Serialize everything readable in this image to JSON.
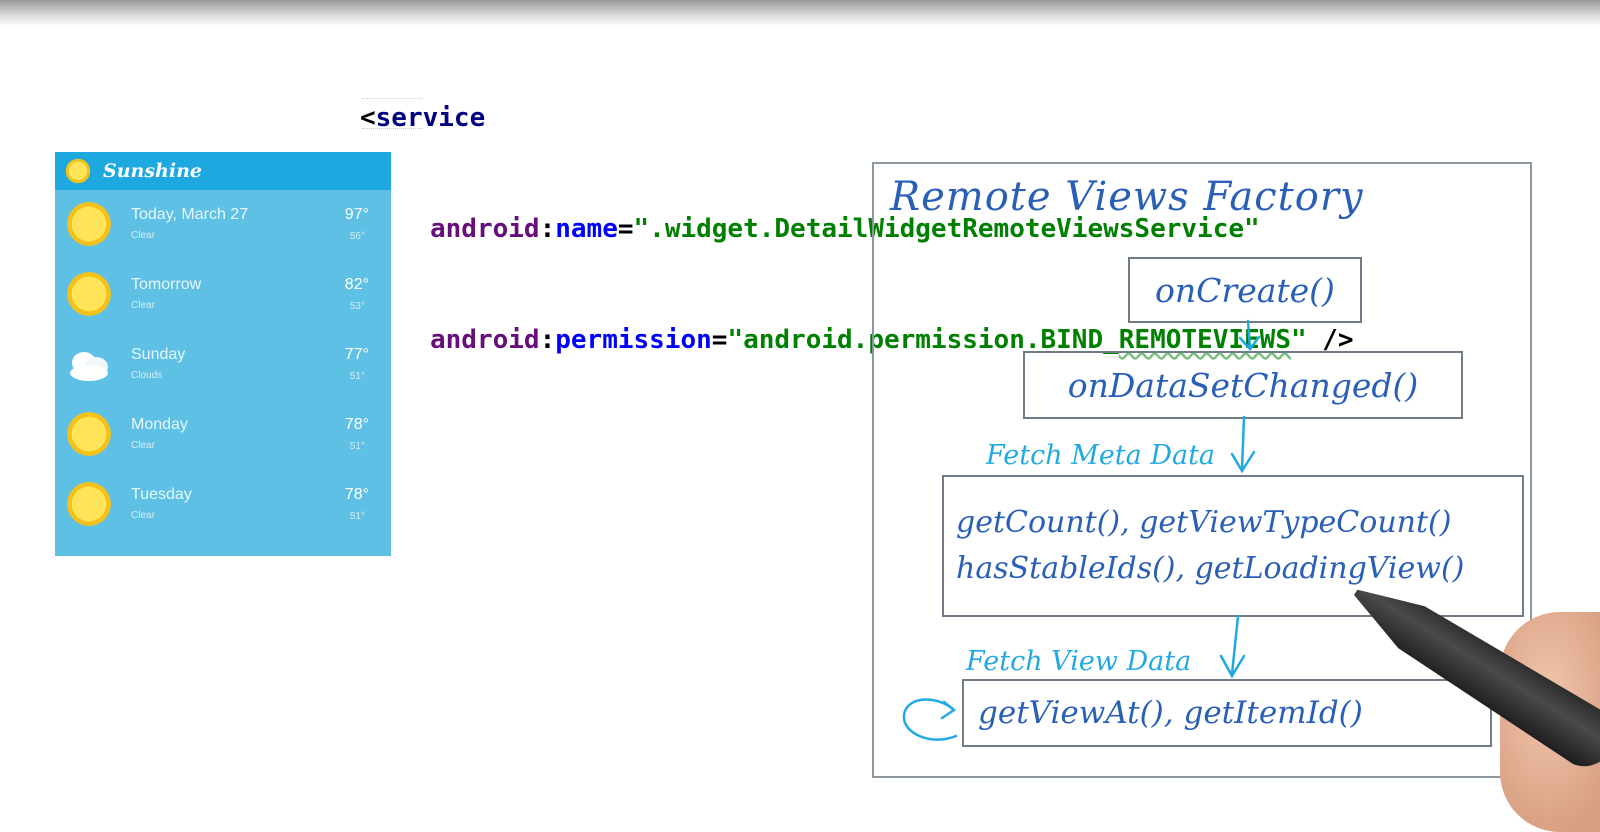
{
  "code": {
    "open_tag": "<",
    "tag_name": "service",
    "line2": {
      "ns": "android",
      "colon": ":",
      "attr": "name",
      "eq": "=",
      "value": "\".widget.DetailWidgetRemoteViewsService\""
    },
    "line3": {
      "ns": "android",
      "colon": ":",
      "attr": "permission",
      "eq": "=",
      "value_a": "\"android.permission.BIND_",
      "value_b": "REMOTEVIEWS",
      "value_c": "\"",
      "close": " />"
    }
  },
  "widget": {
    "title": "Sunshine",
    "rows": [
      {
        "day": "Today, March 27",
        "condition": "Clear",
        "high": "97°",
        "low": "56°",
        "icon": "sun-icon"
      },
      {
        "day": "Tomorrow",
        "condition": "Clear",
        "high": "82°",
        "low": "53°",
        "icon": "sun-icon"
      },
      {
        "day": "Sunday",
        "condition": "Clouds",
        "high": "77°",
        "low": "51°",
        "icon": "cloud-icon"
      },
      {
        "day": "Monday",
        "condition": "Clear",
        "high": "78°",
        "low": "51°",
        "icon": "sun-icon"
      },
      {
        "day": "Tuesday",
        "condition": "Clear",
        "high": "78°",
        "low": "51°",
        "icon": "sun-icon"
      }
    ]
  },
  "diagram": {
    "title": "Remote Views Factory",
    "on_create": "onCreate()",
    "on_data_set_changed": "onDataSetChanged()",
    "fetch_meta_label": "Fetch Meta Data",
    "meta_line1": "getCount(), getViewTypeCount()",
    "meta_line2": "hasStableIds(), getLoadingView()",
    "fetch_view_label": "Fetch View Data",
    "view_line": "getViewAt(), getItemId()"
  },
  "colors": {
    "ink_blue": "#2a5fb8",
    "ink_cyan": "#21a9e1",
    "widget_bg": "#5ec0e4",
    "widget_header": "#1ea8e0"
  }
}
